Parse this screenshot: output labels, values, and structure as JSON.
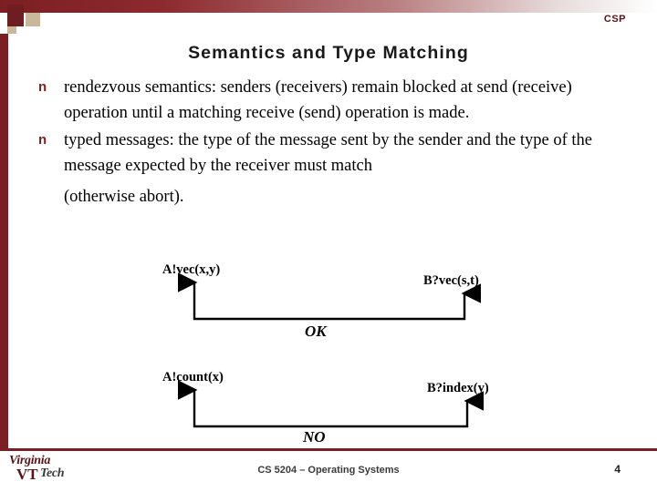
{
  "header": {
    "corner_label": "CSP"
  },
  "slide": {
    "title": "Semantics and Type Matching",
    "bullet_marker": "n",
    "bullets": [
      "rendezvous semantics: senders (receivers) remain blocked at send (receive) operation until a matching receive (send) operation is made.",
      "typed messages: the type of the message sent by the sender and the type of the message expected by the receiver must match"
    ],
    "sub_text": "(otherwise abort)."
  },
  "diagram": {
    "pair_one": {
      "left_label": "A!vec(x,y)",
      "right_label": "B?vec(s,t)",
      "verdict": "OK"
    },
    "pair_two": {
      "left_label": "A!count(x)",
      "right_label": "B?index(y)",
      "verdict": "NO"
    }
  },
  "footer": {
    "course": "CS 5204 – Operating Systems",
    "page_number": "4",
    "logo": {
      "word_one": "Virginia",
      "mark": "VT",
      "word_two": "Tech"
    }
  },
  "colors": {
    "accent": "#7b1f23",
    "tan": "#c9b89a",
    "text": "#000000"
  }
}
